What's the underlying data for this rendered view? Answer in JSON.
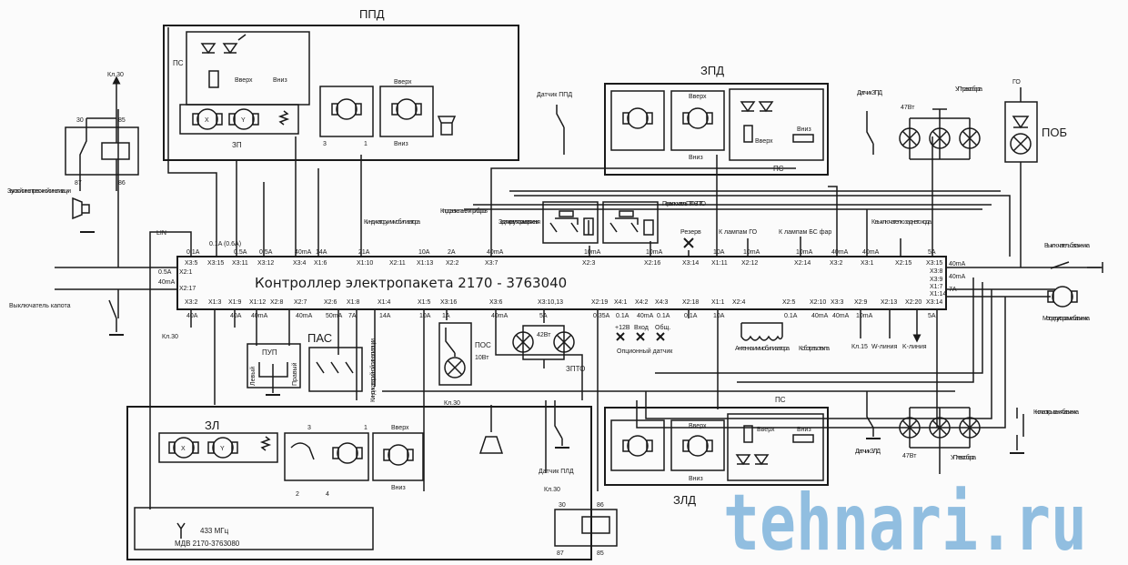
{
  "controller": {
    "title": "Контроллер электропакета 2170 - 3763040",
    "top_pins": [
      {
        "pin": "X3:5",
        "current": "0.1A"
      },
      {
        "pin": "X3:15",
        "current": "0.1A (0.6A)"
      },
      {
        "pin": "X3:11",
        "current": "0.5A"
      },
      {
        "pin": "X3:12",
        "current": "0.5A"
      },
      {
        "pin": "X3:4",
        "current": "40mA"
      },
      {
        "pin": "X1:6",
        "current": "14A"
      },
      {
        "pin": "X1:10",
        "current": "21A"
      },
      {
        "pin": "X2:11",
        "current": ""
      },
      {
        "pin": "X1:13",
        "current": "10A"
      },
      {
        "pin": "X2:2",
        "current": "2A"
      },
      {
        "pin": "X3:7",
        "current": "40mA"
      },
      {
        "pin": "X2:3",
        "current": "10mA"
      },
      {
        "pin": "X2:16",
        "current": "10mA"
      },
      {
        "pin": "X3:14",
        "current": ""
      },
      {
        "pin": "X1:11",
        "current": "10A"
      },
      {
        "pin": "X2:12",
        "current": "10mA"
      },
      {
        "pin": "X2:14",
        "current": "10mA"
      },
      {
        "pin": "X3:2",
        "current": "40mA"
      },
      {
        "pin": "X3:1",
        "current": "40mA"
      },
      {
        "pin": "X2:15",
        "current": ""
      },
      {
        "pin": "X3:15",
        "current": "5A"
      }
    ],
    "bottom_pins": [
      {
        "pin": "X3:2",
        "current": "40A"
      },
      {
        "pin": "X1:3",
        "current": ""
      },
      {
        "pin": "X1:9",
        "current": "40A"
      },
      {
        "pin": "X1:12",
        "current": "40mA"
      },
      {
        "pin": "X2:8",
        "current": ""
      },
      {
        "pin": "X2:7",
        "current": "40mA"
      },
      {
        "pin": "X2:6",
        "current": "50mA"
      },
      {
        "pin": "X1:8",
        "current": "7A"
      },
      {
        "pin": "X1:4",
        "current": "14A"
      },
      {
        "pin": "X1:5",
        "current": "10A"
      },
      {
        "pin": "X3:16",
        "current": "1A"
      },
      {
        "pin": "X3:6",
        "current": "40mA"
      },
      {
        "pin": "X3:10,13",
        "current": "5A"
      },
      {
        "pin": "X2:19",
        "current": "0.35A"
      },
      {
        "pin": "X4:1",
        "current": "0.1A"
      },
      {
        "pin": "X4:2",
        "current": "40mA"
      },
      {
        "pin": "X4:3",
        "current": "0.1A"
      },
      {
        "pin": "X2:18",
        "current": "0.1A"
      },
      {
        "pin": "X1:1",
        "current": "10A"
      },
      {
        "pin": "X2:4",
        "current": ""
      },
      {
        "pin": "X2:5",
        "current": "0.1A"
      },
      {
        "pin": "X2:10",
        "current": "40mA"
      },
      {
        "pin": "X3:3",
        "current": "40mA"
      },
      {
        "pin": "X2:9",
        "current": "10mA"
      },
      {
        "pin": "X2:13",
        "current": ""
      },
      {
        "pin": "X2:20",
        "current": ""
      },
      {
        "pin": "X3:14",
        "current": "5A"
      }
    ],
    "left_pins": [
      {
        "pin": "X2:1",
        "current": "0.5A"
      },
      {
        "pin": "X2:17",
        "current": "40mA"
      }
    ],
    "right_pins": [
      {
        "pin": "X3:15",
        "current": "40mA"
      },
      {
        "pin": "X3:8",
        "current": "40mA"
      },
      {
        "pin": "X3:9",
        "current": ""
      },
      {
        "pin": "X1:7",
        "current": "7A"
      },
      {
        "pin": "X1:14",
        "current": ""
      }
    ]
  },
  "blocks": {
    "ppd": "ППД",
    "zpd": "ЗПД",
    "zld": "ЗЛД",
    "zl": "ЗЛ",
    "zp": "ЗП",
    "ps": "ПС",
    "pup": "ПУП",
    "pas": "ПАС",
    "pos": "ПОС",
    "zpto": "ЗПТО",
    "pob": "ПОБ",
    "mdv": "МДВ 2170-3763080",
    "mdv_freq": "433 МГц"
  },
  "labels": {
    "kl30": "Кл.30",
    "lin": "LIN",
    "horn": "Звуковой сигнал тревожной сигнализации",
    "hood_switch": "Выключатель капота",
    "immob_indicator": "К индикатору иммобилизатора",
    "panel_light": "К подсветке панели приборов",
    "voltage_reg": "Задатчик регулятора напряжения",
    "ptf_switch": "Переключатель ПТФ - ЗПТО",
    "reserve": "Резерв",
    "go_lamps": "К лампам ГО",
    "bs_lamps": "К лампам БС фар",
    "reverse_switch": "К выключателю заднего хода",
    "ppd_sensor": "Датчик ППД",
    "zpd_sensor": "Датчик ЗПД",
    "pld_sensor": "Датчик ПЛД",
    "zld_sensor": "Датчик ЗЛД",
    "up_right": "УП правого борта",
    "up_left": "УП левого борта",
    "go": "ГО",
    "trunk_switch": "Выключатель багажника",
    "trunk_motor": "Моторедуктор замка багажника",
    "trunk_button": "Кнопка открывания багажника",
    "optional_sensor": "Опционный датчик",
    "antenna": "Антенна иммобилизатора",
    "defrost": "К обогрев. стекла",
    "kl15": "Кл.15",
    "w_line": "W-линия",
    "k_line": "K-линия",
    "alarm_indicator": "К индик. аварийной сигнализации",
    "plus12": "+12В",
    "vhod": "Вход",
    "obsh": "Общ.",
    "up": "Вверх",
    "down": "Вниз",
    "p47": "47Вт",
    "p42": "42Вт",
    "p10": "10Вт",
    "r30": "30",
    "r85": "85",
    "r87": "87",
    "r86": "86",
    "n1": "1",
    "n2": "2",
    "n3": "3",
    "n4": "4",
    "x": "X",
    "y": "Y",
    "lev": "Левый",
    "prav": "Правый"
  },
  "watermark": "tehnari.ru"
}
